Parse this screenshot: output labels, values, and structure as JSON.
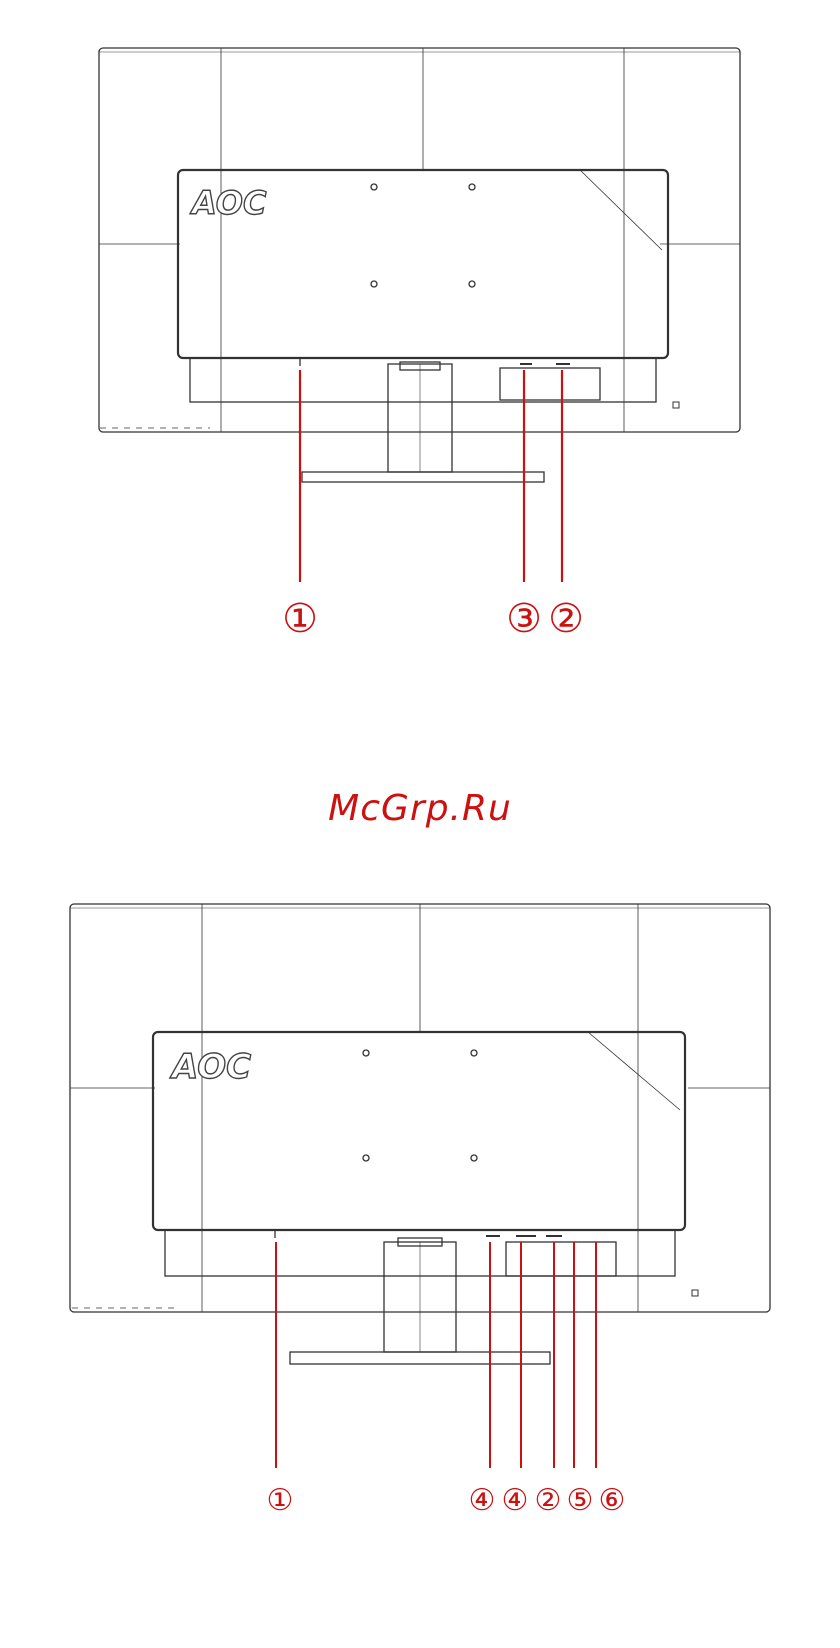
{
  "watermark": "McGrp.Ru",
  "diagram_top": {
    "logo": "AOC",
    "callouts": [
      "①",
      "③",
      "②"
    ]
  },
  "diagram_bottom": {
    "logo": "AOC",
    "callouts": [
      "①",
      "④",
      "④",
      "②",
      "⑤",
      "⑥"
    ]
  },
  "colors": {
    "line": "#333333",
    "callout": "#cc1111"
  }
}
